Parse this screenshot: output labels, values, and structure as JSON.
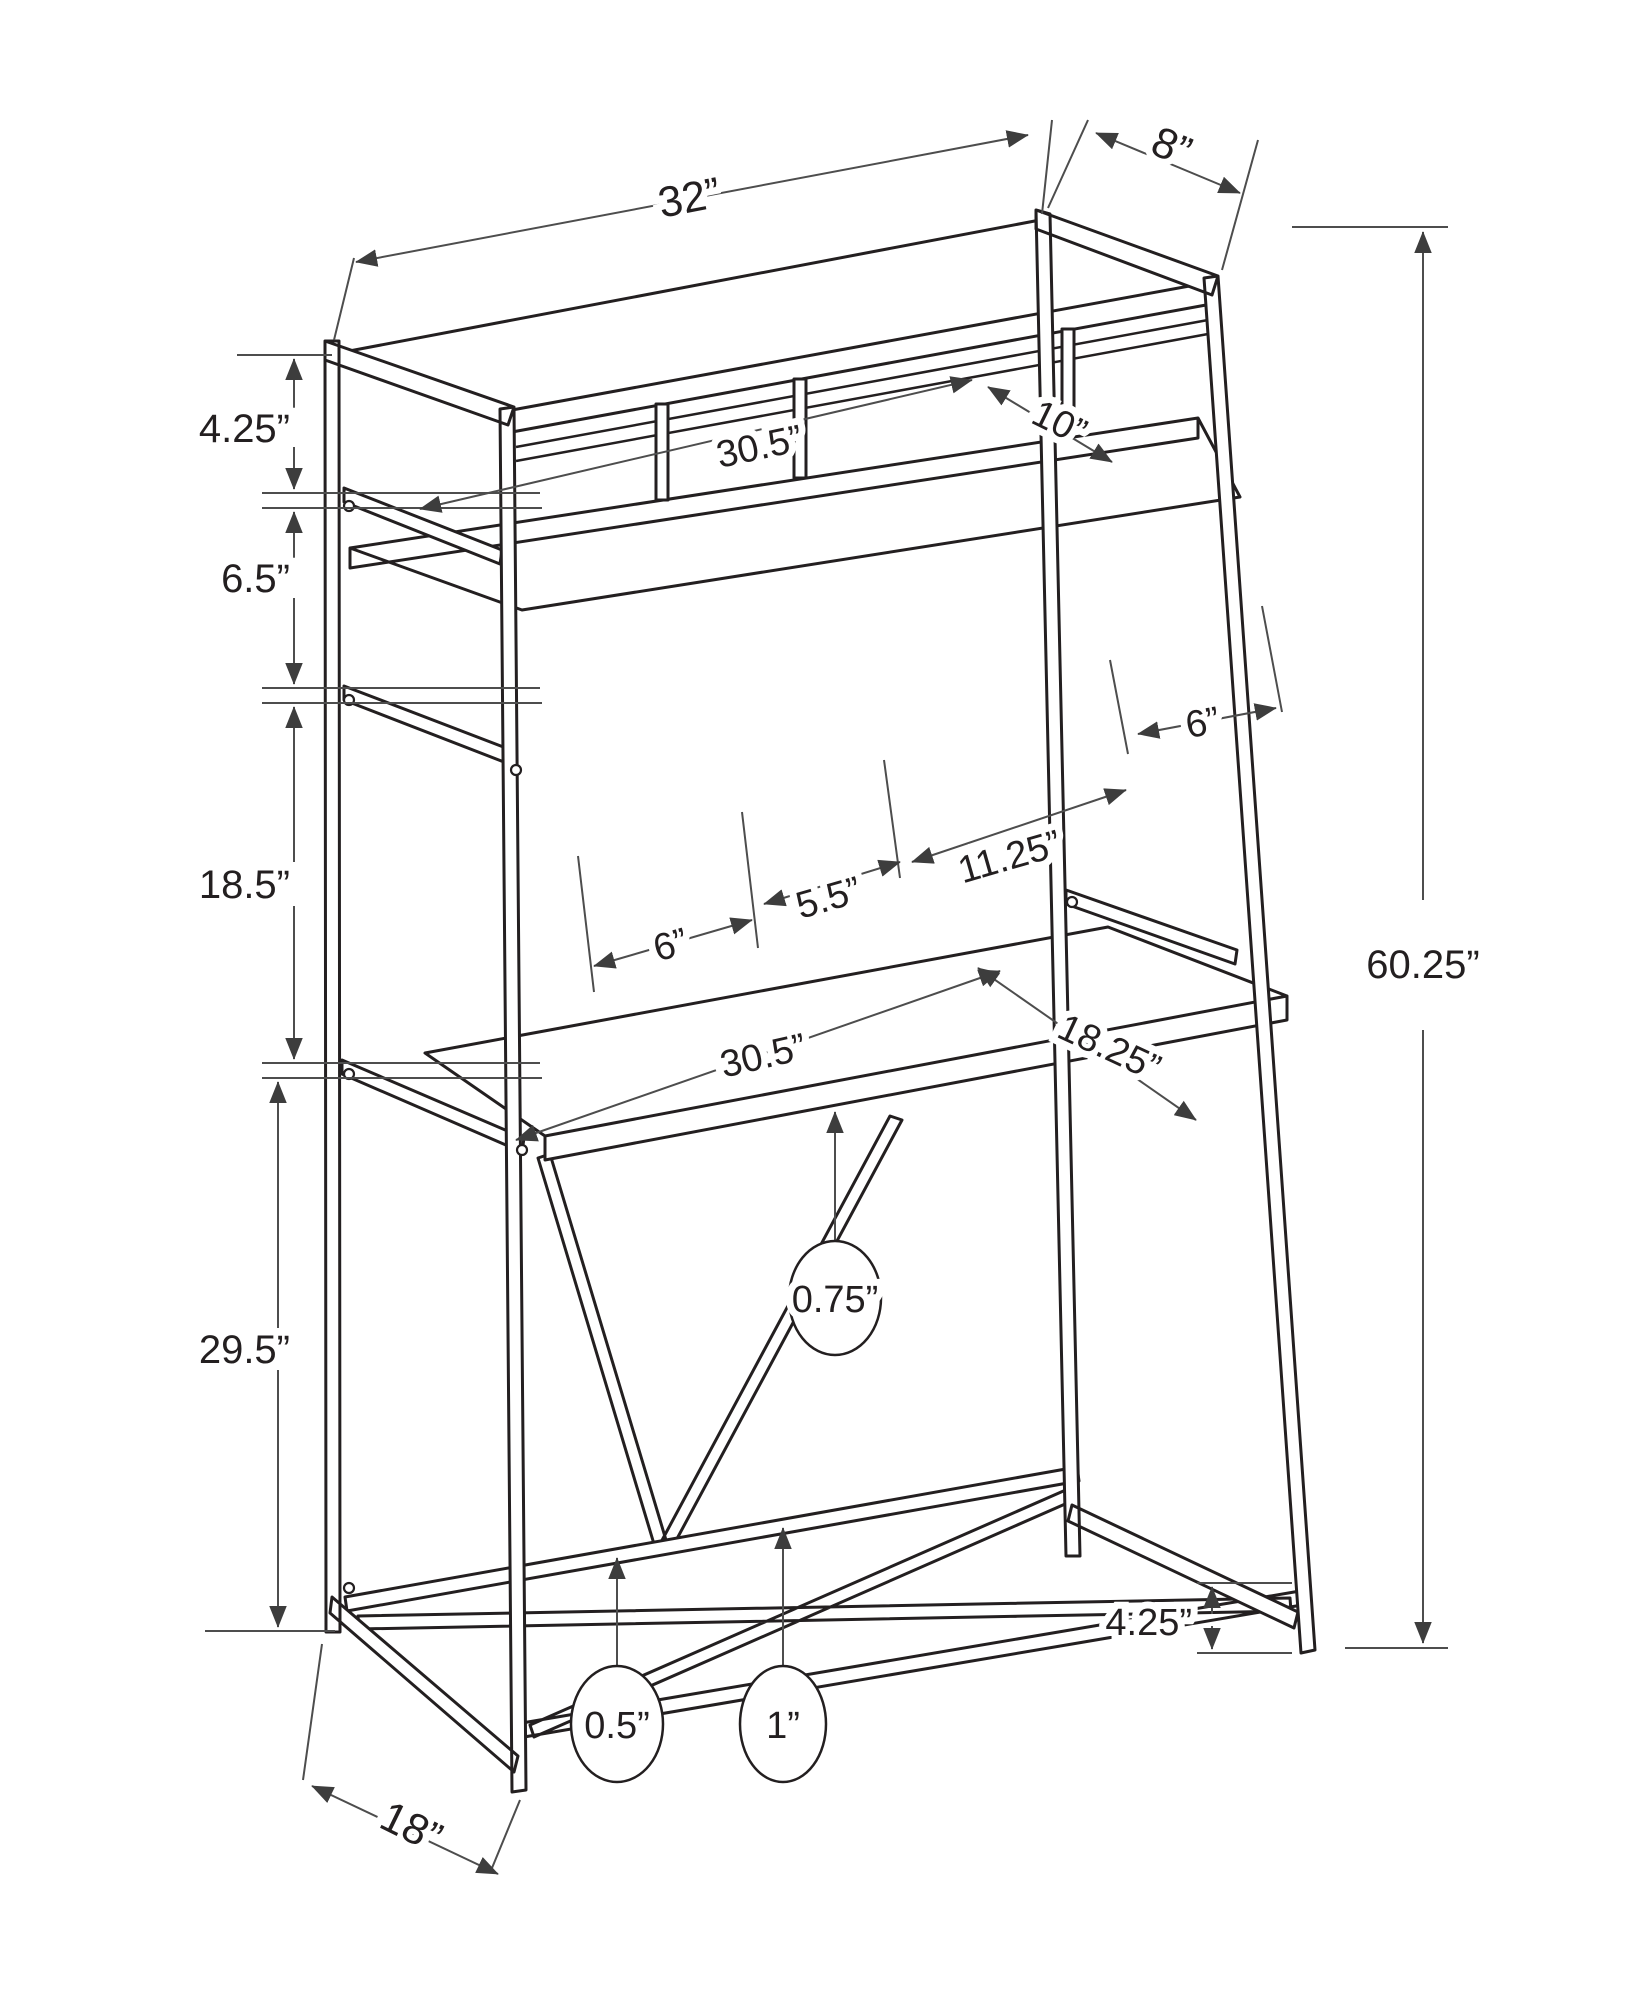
{
  "diagram": {
    "type": "furniture-dimension-drawing",
    "subject": "ladder desk with hutch, isometric line drawing with dimension callouts",
    "unit": "inches",
    "colors": {
      "structure": "#231f20",
      "dimension": "#4d4d4d",
      "background": "#ffffff"
    },
    "labels": {
      "overall_width": "32”",
      "hutch_depth": "8”",
      "top_section_height": "4.25”",
      "cubby_section_height": "6.5”",
      "hutch_clearance": "18.5”",
      "desk_height": "29.5”",
      "overall_height": "60.25”",
      "top_shelf_length": "30.5”",
      "top_shelf_depth": "10”",
      "cubby_width_1": "6”",
      "cubby_width_2": "5.5”",
      "cubby_width_3": "11.25”",
      "cubby_width_4": "6”",
      "desk_length": "30.5”",
      "desk_depth": "18.25”",
      "desktop_thickness": "0.75”",
      "stretcher_height": "4.25”",
      "brace_tube_thickness": "0.5”",
      "frame_tube_thickness": "1”",
      "base_depth": "18”"
    }
  }
}
